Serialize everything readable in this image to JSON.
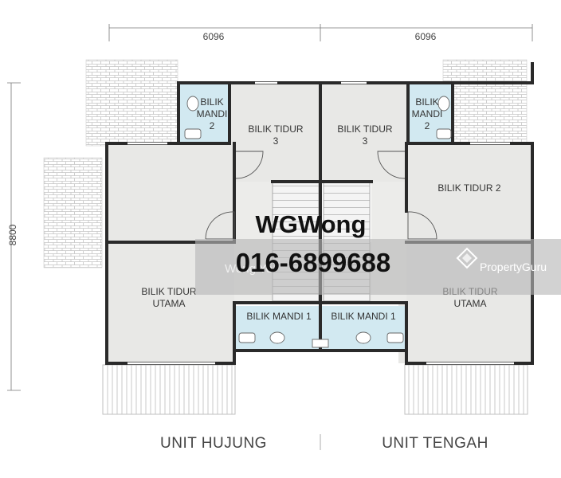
{
  "dimensions": {
    "left_width": "6096",
    "right_width": "6096",
    "depth": "8800"
  },
  "rooms": {
    "left": {
      "bilik_mandi_2": "BILIK MANDI 2",
      "bilik_tidur_3": "BILIK TIDUR 3",
      "bilik_tidur_utama": "BILIK TIDUR UTAMA",
      "bilik_mandi_1": "BILIK MANDI 1"
    },
    "right": {
      "bilik_mandi_2": "BILIK MANDI 2",
      "bilik_tidur_3": "BILIK TIDUR 3",
      "bilik_tidur_2": "BILIK TIDUR 2",
      "bilik_tidur_utama": "BILIK TIDUR UTAMA",
      "bilik_mandi_1": "BILIK MANDI 1"
    }
  },
  "units": {
    "left": "UNIT HUJUNG",
    "right": "UNIT TENGAH"
  },
  "watermark": {
    "agent_name": "WGWong",
    "phone": "016-6899688",
    "faint_text": "Wong Ye",
    "brand": "PropertyGuru"
  },
  "colors": {
    "wall": "#2a2a2a",
    "floor": "#e8e8e6",
    "bathroom": "#d2e9f1",
    "roof_tile": "#c8c8c8",
    "watermark_band": "#b7b7b7"
  }
}
